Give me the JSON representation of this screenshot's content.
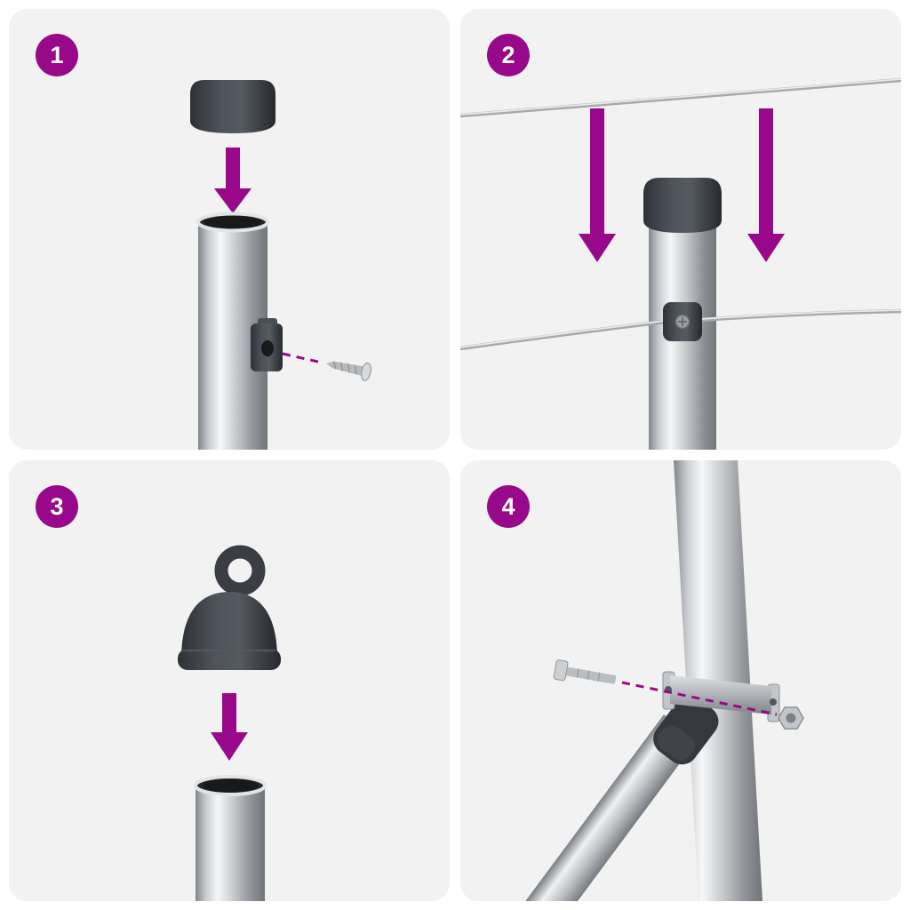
{
  "document": {
    "kind": "assembly-instruction-diagram",
    "panel_count": 4
  },
  "steps": [
    {
      "number": "1",
      "illustration": "press plastic end cap down onto metal post; fasten side clamp with screw"
    },
    {
      "number": "2",
      "illustration": "lower capped post under top wire; route wire through clamp on post"
    },
    {
      "number": "3",
      "illustration": "press eyelet cap down onto open metal tube"
    },
    {
      "number": "4",
      "illustration": "attach diagonal brace to post with clamp band, bolt and nut"
    }
  ],
  "colors": {
    "accent_purple": "#98088A",
    "panel_background": "#F2F2F2",
    "page_background": "#FFFFFF",
    "cap_dark": "#3A3E44",
    "metal_light": "#F6F7F8",
    "metal_mid": "#AEB2B6",
    "metal_dark": "#71757A",
    "wire_gray": "#ABAEB1",
    "pipe_interior": "#1C1E21"
  },
  "icons": {
    "arrow": "down-arrow-icon",
    "screw": "screw-icon",
    "bolt": "bolt-icon",
    "nut": "nut-icon",
    "clamp": "clamp-icon",
    "wire": "wire-line",
    "dashed_guide": "dashed-guide-line"
  }
}
